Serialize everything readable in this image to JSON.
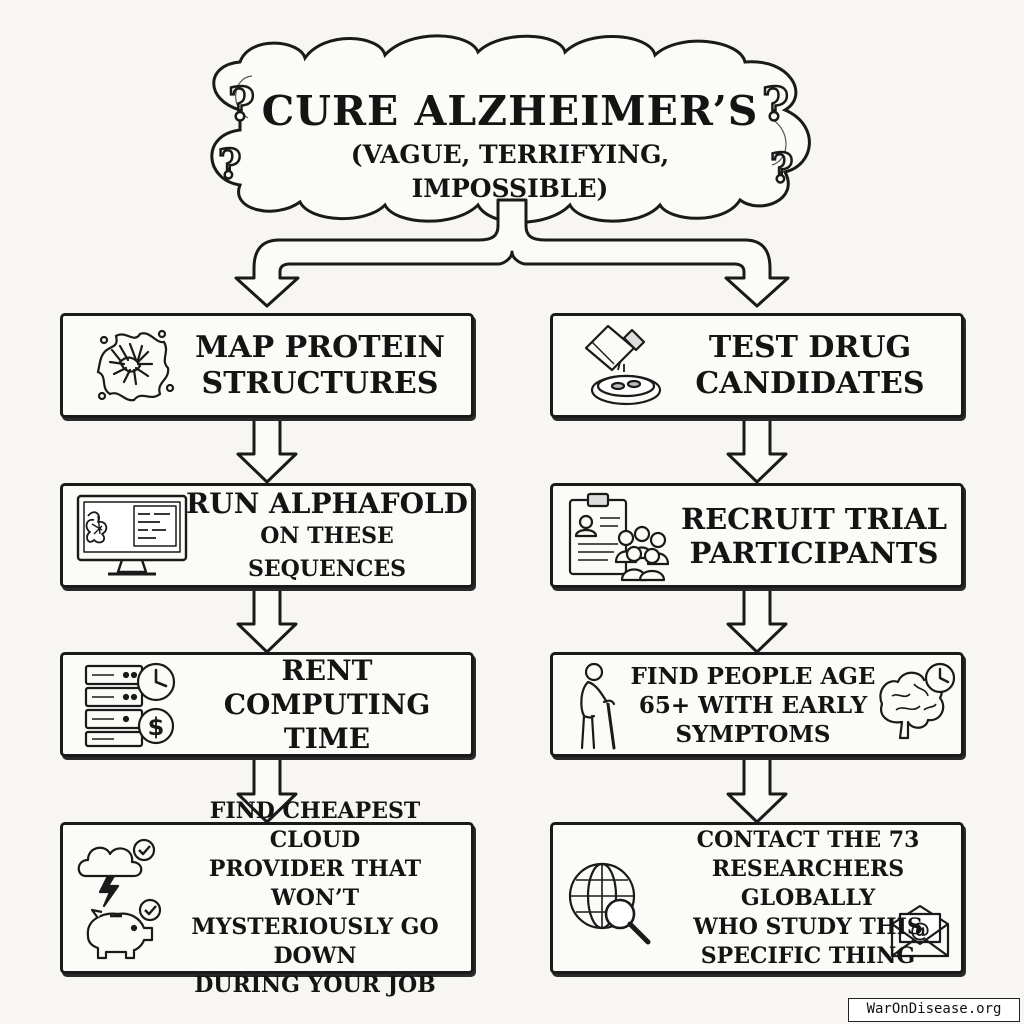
{
  "goal": {
    "title": "CURE ALZHEIMER’S",
    "subtitle": "(VAGUE, TERRIFYING, IMPOSSIBLE)"
  },
  "left_branch": [
    {
      "lines": [
        "MAP PROTEIN",
        "STRUCTURES"
      ],
      "icon": "protein-structure-icon"
    },
    {
      "lines": [
        "RUN ALPHAFOLD",
        "ON THESE SEQUENCES"
      ],
      "icon": "computer-monitor-icon"
    },
    {
      "lines": [
        "RENT COMPUTING",
        "TIME"
      ],
      "icon": "server-clock-dollar-icon"
    },
    {
      "lines": [
        "FIND CHEAPEST CLOUD",
        "PROVIDER THAT WON’T",
        "MYSTERIOUSLY GO DOWN",
        "DURING YOUR JOB"
      ],
      "icon": "cloud-piggy-bank-icon"
    }
  ],
  "right_branch": [
    {
      "lines": [
        "TEST DRUG",
        "CANDIDATES"
      ],
      "icon": "pill-bottle-dish-icon"
    },
    {
      "lines": [
        "RECRUIT TRIAL",
        "PARTICIPANTS"
      ],
      "icon": "clipboard-crowd-icon"
    },
    {
      "lines": [
        "FIND PEOPLE AGE",
        "65+ WITH EARLY",
        "SYMPTOMS"
      ],
      "icon": "elderly-brain-clock-icon"
    },
    {
      "lines": [
        "CONTACT THE 73",
        "RESEARCHERS GLOBALLY",
        "WHO STUDY THIS",
        "SPECIFIC THING"
      ],
      "icon": "globe-magnifier-email-icon"
    }
  ],
  "footer": {
    "source": "WarOnDisease.org"
  }
}
